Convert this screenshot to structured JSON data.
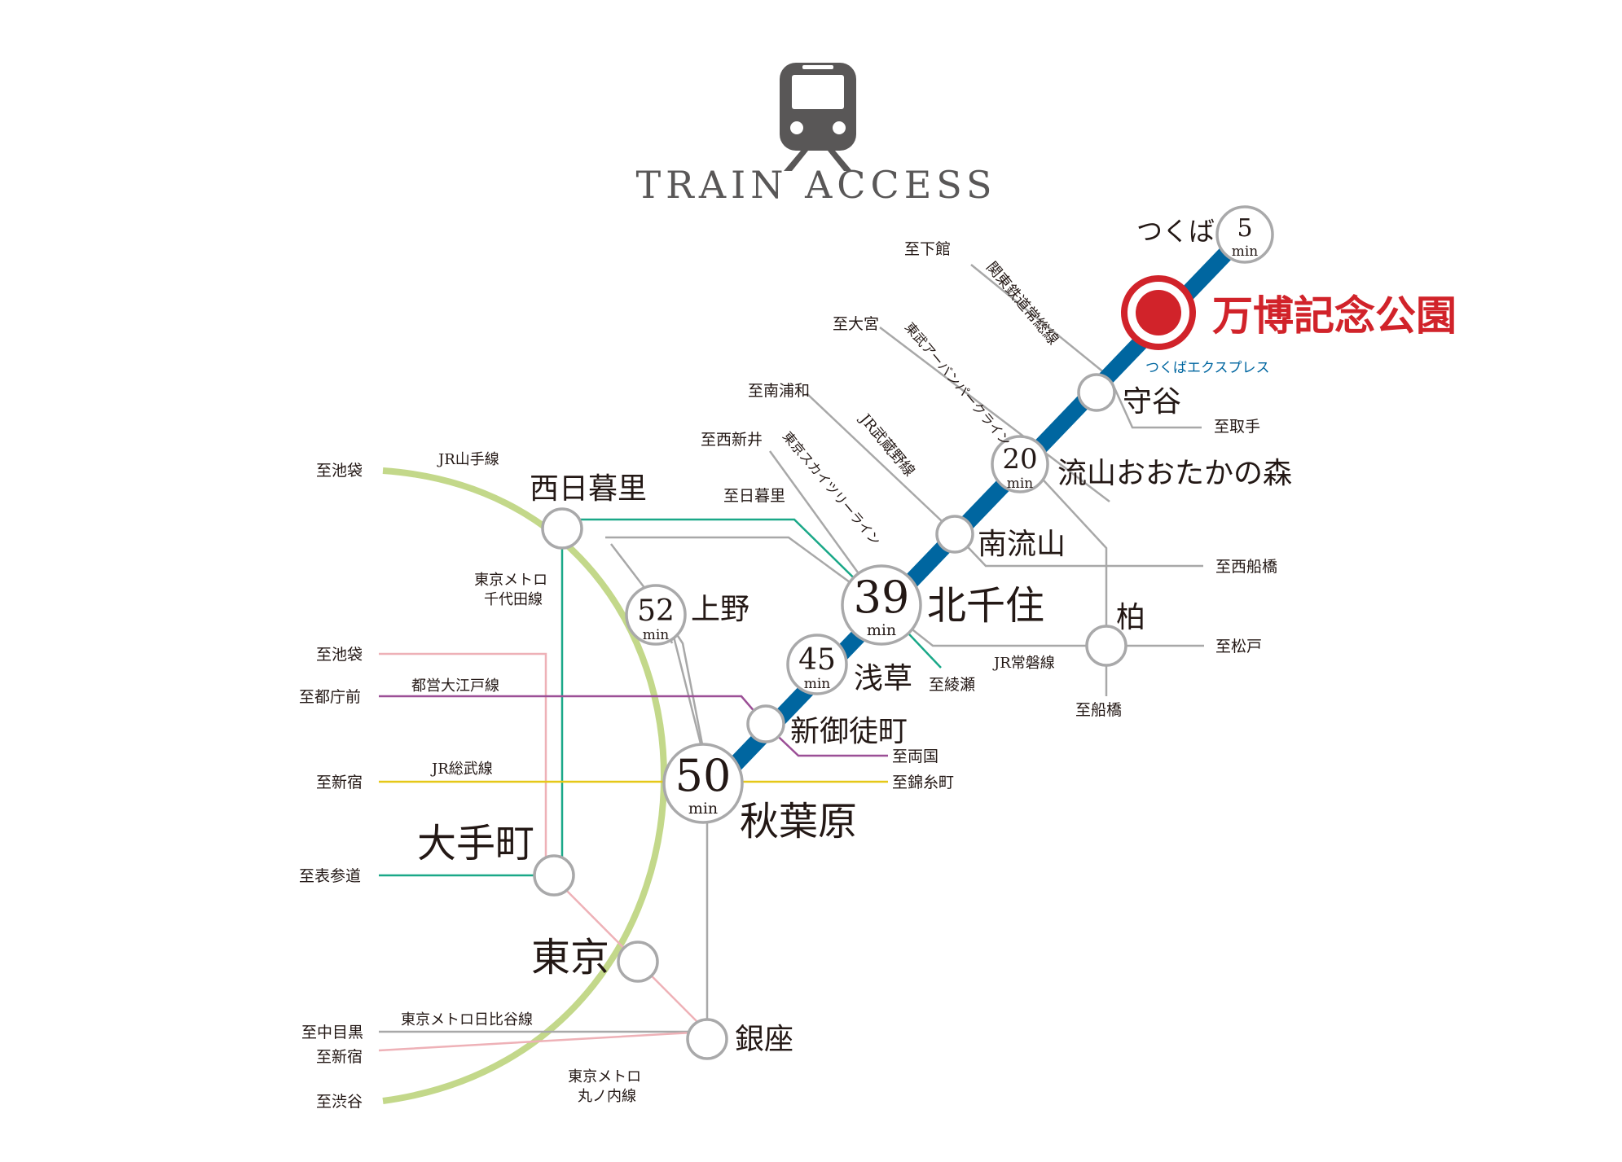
{
  "header": {
    "title": "Train Access",
    "icon": "train-icon"
  },
  "colors": {
    "tx_line": "#0066a0",
    "yamanote": "#c3d88a",
    "chiyoda": "#1aa888",
    "oedo": "#9b4f96",
    "sobu": "#e6c818",
    "marunouchi": "#eeb1b7",
    "gray_line": "#a8a8a8",
    "home_station": "#d1232a",
    "text": "#231815"
  },
  "home_station": {
    "name": "万博記念公園",
    "line_label": "つくばエクスプレス"
  },
  "time_unit": "min",
  "stations": {
    "tsukuba": {
      "name": "つくば",
      "minutes": "5"
    },
    "moriya": {
      "name": "守谷"
    },
    "nagareyama_otakanomori": {
      "name": "流山おおたかの森",
      "minutes": "20"
    },
    "minami_nagareyama": {
      "name": "南流山"
    },
    "kashiwa": {
      "name": "柏"
    },
    "kita_senju": {
      "name": "北千住",
      "minutes": "39"
    },
    "asakusa": {
      "name": "浅草",
      "minutes": "45"
    },
    "shin_okachimachi": {
      "name": "新御徒町"
    },
    "akihabara": {
      "name": "秋葉原",
      "minutes": "50"
    },
    "nishi_nippori": {
      "name": "西日暮里"
    },
    "ueno": {
      "name": "上野",
      "minutes": "52"
    },
    "otemachi": {
      "name": "大手町"
    },
    "tokyo": {
      "name": "東京"
    },
    "ginza": {
      "name": "銀座"
    }
  },
  "lines": {
    "kanto_joso": "関東鉄道常総線",
    "tobu_urban_park": "東武アーバンパークライン",
    "jr_musashino": "JR武蔵野線",
    "tobu_skytree": "東京スカイツリーライン",
    "jr_yamanote": "JR山手線",
    "chiyoda": "東京メトロ\n千代田線",
    "jr_joban": "JR常磐線",
    "oedo": "都営大江戸線",
    "jr_sobu": "JR総武線",
    "hibiya": "東京メトロ日比谷線",
    "marunouchi": "東京メトロ\n丸ノ内線"
  },
  "destinations": {
    "shimodate": "至下館",
    "omiya": "至大宮",
    "minami_urawa": "至南浦和",
    "nishi_arai": "至西新井",
    "nippori": "至日暮里",
    "toride": "至取手",
    "nishi_funabashi": "至西船橋",
    "matsudo": "至松戸",
    "funabashi": "至船橋",
    "ayase": "至綾瀬",
    "ryogoku": "至両国",
    "kinshicho": "至錦糸町",
    "ikebukuro_yamanote": "至池袋",
    "ikebukuro_marunouchi": "至池袋",
    "tochomae": "至都庁前",
    "shinjuku_sobu": "至新宿",
    "omotesando": "至表参道",
    "naka_meguro": "至中目黒",
    "shinjuku_marunouchi": "至新宿",
    "shibuya": "至渋谷"
  }
}
